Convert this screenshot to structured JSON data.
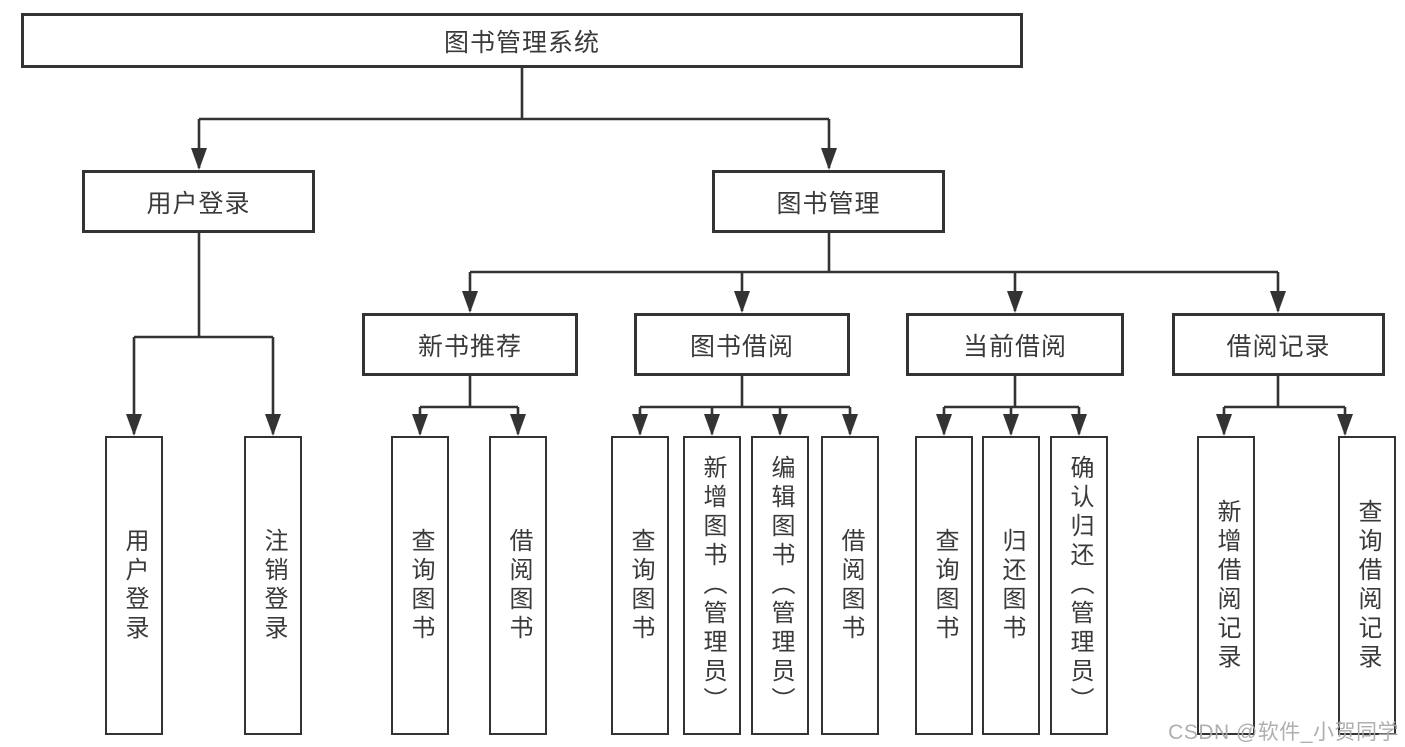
{
  "diagram": {
    "root": {
      "label": "图书管理系统"
    },
    "login": {
      "label": "用户登录",
      "children": [
        {
          "label": "用户登录"
        },
        {
          "label": "注销登录"
        }
      ]
    },
    "management": {
      "label": "图书管理",
      "groups": [
        {
          "label": "新书推荐",
          "children": [
            {
              "label": "查询图书"
            },
            {
              "label": "借阅图书"
            }
          ]
        },
        {
          "label": "图书借阅",
          "children": [
            {
              "label": "查询图书"
            },
            {
              "label": "新增图书（管理员）"
            },
            {
              "label": "编辑图书（管理员）"
            },
            {
              "label": "借阅图书"
            }
          ]
        },
        {
          "label": "当前借阅",
          "children": [
            {
              "label": "查询图书"
            },
            {
              "label": "归还图书"
            },
            {
              "label": "确认归还（管理员）"
            }
          ]
        },
        {
          "label": "借阅记录",
          "children": [
            {
              "label": "新增借阅记录"
            },
            {
              "label": "查询借阅记录"
            }
          ]
        }
      ]
    }
  },
  "watermark": {
    "text": "CSDN @软件_小贺同学"
  },
  "colors": {
    "line": "#333333",
    "text": "#3a3a3a",
    "box_fill": "#ffffff",
    "background": "#ffffff",
    "watermark": "#ababab"
  }
}
